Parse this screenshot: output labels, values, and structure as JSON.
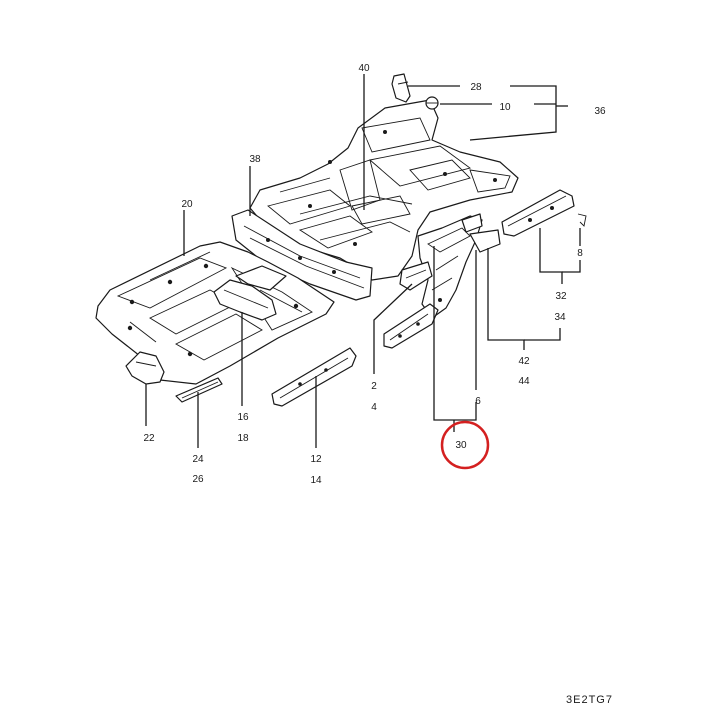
{
  "labels": {
    "l2": "2",
    "l4": "4",
    "l6": "6",
    "l8": "8",
    "l10": "10",
    "l12": "12",
    "l14": "14",
    "l16": "16",
    "l18": "18",
    "l20": "20",
    "l22": "22",
    "l24": "24",
    "l26": "26",
    "l28": "28",
    "l30": "30",
    "l32": "32",
    "l34": "34",
    "l36": "36",
    "l38": "38",
    "l40": "40",
    "l42": "42",
    "l44": "44"
  },
  "figure_code": "3E2TG7",
  "highlight": {
    "label": "30",
    "color": "#d42020"
  }
}
